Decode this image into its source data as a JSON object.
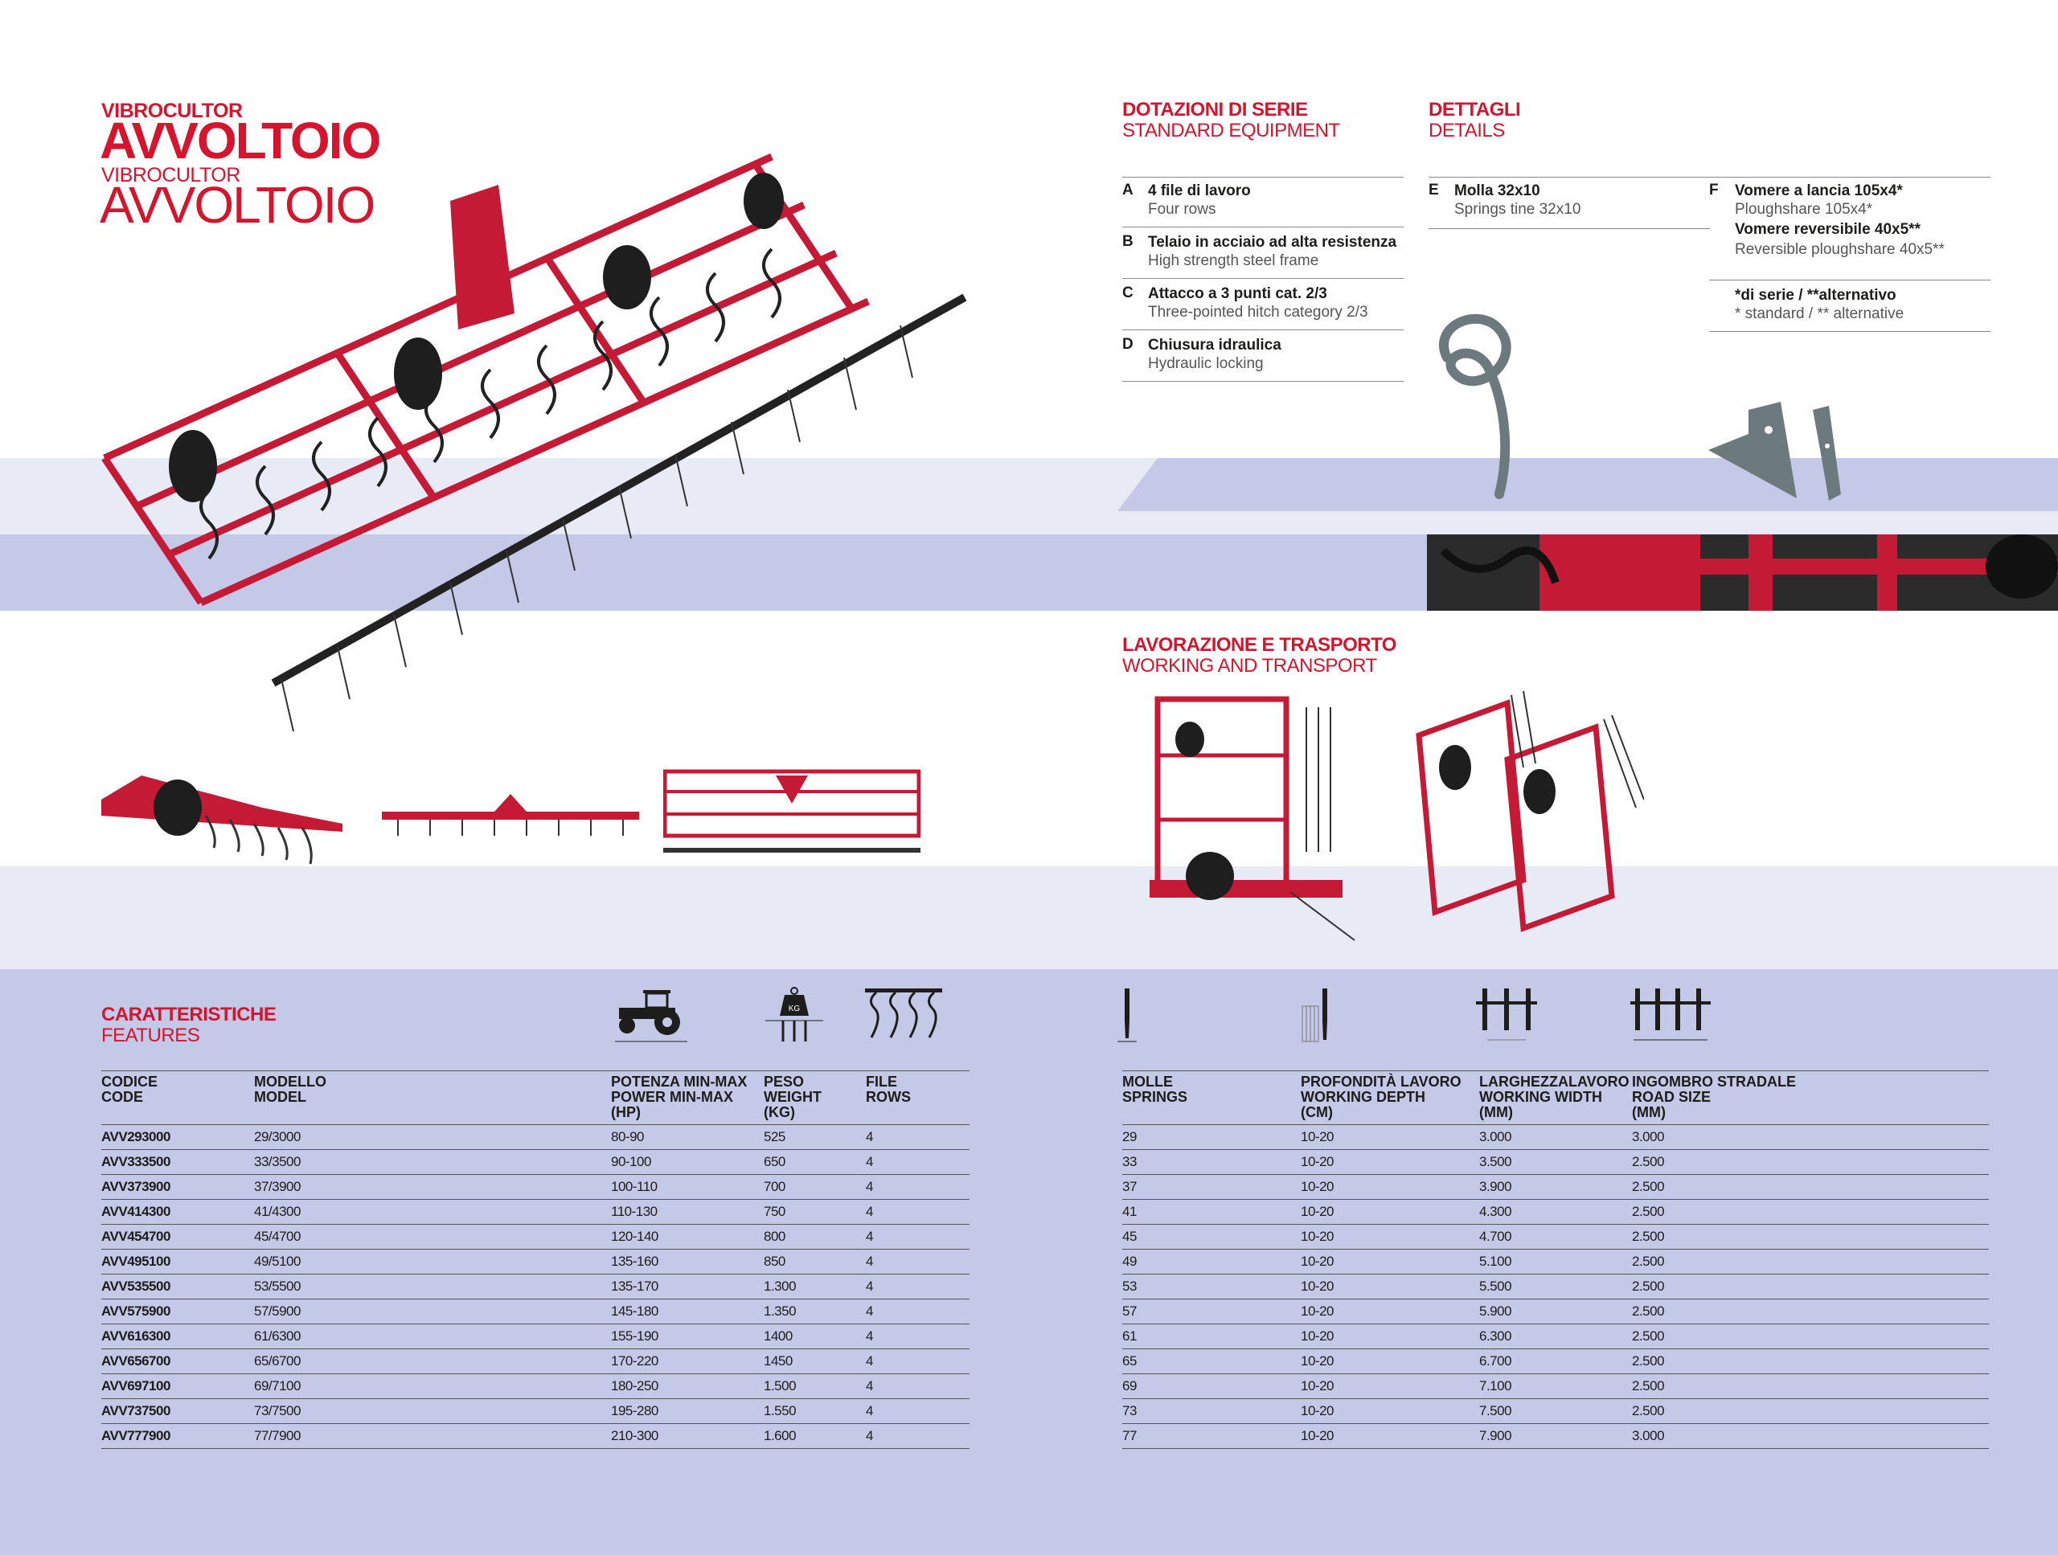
{
  "colors": {
    "brand_red": "#d5152e",
    "band_light": "#e8eaf6",
    "band_mid": "#c5c9e8",
    "text": "#1d1d1b"
  },
  "title": {
    "kicker1": "VIBROCULTOR",
    "name1": "AVVOLTOIO",
    "kicker2": "VIBROCULTOR",
    "name2": "AVVOLTOIO"
  },
  "standard": {
    "title": "DOTAZIONI DI SERIE",
    "subtitle": "STANDARD EQUIPMENT",
    "items": [
      {
        "letter": "A",
        "it": "4 file di lavoro",
        "en": "Four rows"
      },
      {
        "letter": "B",
        "it": "Telaio in acciaio ad alta resistenza",
        "en": "High strength steel frame"
      },
      {
        "letter": "C",
        "it": "Attacco a 3 punti cat. 2/3",
        "en": "Three-pointed hitch category 2/3"
      },
      {
        "letter": "D",
        "it": "Chiusura idraulica",
        "en": "Hydraulic locking"
      }
    ]
  },
  "details": {
    "title": "DETTAGLI",
    "subtitle": "DETAILS",
    "e": {
      "letter": "E",
      "it": "Molla 32x10",
      "en": "Springs tine 32x10"
    },
    "f": {
      "letter": "F",
      "it1": "Vomere a lancia  105x4*",
      "en1": "Ploughshare 105x4*",
      "it2": "Vomere reversibile 40x5**",
      "en2": "Reversible ploughshare 40x5**"
    },
    "note": {
      "it": "*di serie / **alternativo",
      "en": "* standard / ** alternative"
    }
  },
  "transport": {
    "title": "LAVORAZIONE E TRASPORTO",
    "subtitle": "WORKING AND TRANSPORT"
  },
  "features": {
    "title": "CARATTERISTICHE",
    "subtitle": "FEATURES",
    "icons": [
      "tractor-icon",
      "weight-kg-icon",
      "tine-rows-icon",
      "spring-icon",
      "depth-icon",
      "working-width-icon",
      "road-size-icon"
    ],
    "weight_label": "KG",
    "left_headers": [
      {
        "l1": "CODICE",
        "l2": "CODE",
        "l3": ""
      },
      {
        "l1": "MODELLO",
        "l2": "MODEL",
        "l3": ""
      },
      {
        "l1": "POTENZA MIN-MAX",
        "l2": "POWER MIN-MAX",
        "l3": "(HP)"
      },
      {
        "l1": "PESO",
        "l2": "WEIGHT",
        "l3": "(KG)"
      },
      {
        "l1": "FILE",
        "l2": "ROWS",
        "l3": ""
      }
    ],
    "right_headers": [
      {
        "l1": "MOLLE",
        "l2": "SPRINGS",
        "l3": ""
      },
      {
        "l1": "PROFONDITÀ LAVORO",
        "l2": "WORKING DEPTH",
        "l3": "(CM)"
      },
      {
        "l1": "LARGHEZZALAVORO",
        "l2": "WORKING WIDTH",
        "l3": "(MM)"
      },
      {
        "l1": "INGOMBRO STRADALE",
        "l2": "ROAD SIZE",
        "l3": "(MM)"
      }
    ],
    "rows": [
      {
        "code": "AVV293000",
        "model": "29/3000",
        "power": "80-90",
        "weight": "525",
        "rows": "4",
        "springs": "29",
        "depth": "10-20",
        "width": "3.000",
        "road": "3.000"
      },
      {
        "code": "AVV333500",
        "model": "33/3500",
        "power": "90-100",
        "weight": "650",
        "rows": "4",
        "springs": "33",
        "depth": "10-20",
        "width": "3.500",
        "road": "2.500"
      },
      {
        "code": "AVV373900",
        "model": "37/3900",
        "power": "100-110",
        "weight": "700",
        "rows": "4",
        "springs": "37",
        "depth": "10-20",
        "width": "3.900",
        "road": "2.500"
      },
      {
        "code": "AVV414300",
        "model": "41/4300",
        "power": "110-130",
        "weight": "750",
        "rows": "4",
        "springs": "41",
        "depth": "10-20",
        "width": "4.300",
        "road": "2.500"
      },
      {
        "code": "AVV454700",
        "model": "45/4700",
        "power": "120-140",
        "weight": "800",
        "rows": "4",
        "springs": "45",
        "depth": "10-20",
        "width": "4.700",
        "road": "2.500"
      },
      {
        "code": "AVV495100",
        "model": "49/5100",
        "power": "135-160",
        "weight": "850",
        "rows": "4",
        "springs": "49",
        "depth": "10-20",
        "width": "5.100",
        "road": "2.500"
      },
      {
        "code": "AVV535500",
        "model": "53/5500",
        "power": "135-170",
        "weight": "1.300",
        "rows": "4",
        "springs": "53",
        "depth": "10-20",
        "width": "5.500",
        "road": "2.500"
      },
      {
        "code": "AVV575900",
        "model": "57/5900",
        "power": "145-180",
        "weight": "1.350",
        "rows": "4",
        "springs": "57",
        "depth": "10-20",
        "width": "5.900",
        "road": "2.500"
      },
      {
        "code": "AVV616300",
        "model": "61/6300",
        "power": "155-190",
        "weight": "1400",
        "rows": "4",
        "springs": "61",
        "depth": "10-20",
        "width": "6.300",
        "road": "2.500"
      },
      {
        "code": "AVV656700",
        "model": "65/6700",
        "power": "170-220",
        "weight": "1450",
        "rows": "4",
        "springs": "65",
        "depth": "10-20",
        "width": "6.700",
        "road": "2.500"
      },
      {
        "code": "AVV697100",
        "model": "69/7100",
        "power": "180-250",
        "weight": "1.500",
        "rows": "4",
        "springs": "69",
        "depth": "10-20",
        "width": "7.100",
        "road": "2.500"
      },
      {
        "code": "AVV737500",
        "model": "73/7500",
        "power": "195-280",
        "weight": "1.550",
        "rows": "4",
        "springs": "73",
        "depth": "10-20",
        "width": "7.500",
        "road": "2.500"
      },
      {
        "code": "AVV777900",
        "model": "77/7900",
        "power": "210-300",
        "weight": "1.600",
        "rows": "4",
        "springs": "77",
        "depth": "10-20",
        "width": "7.900",
        "road": "3.000"
      }
    ]
  }
}
